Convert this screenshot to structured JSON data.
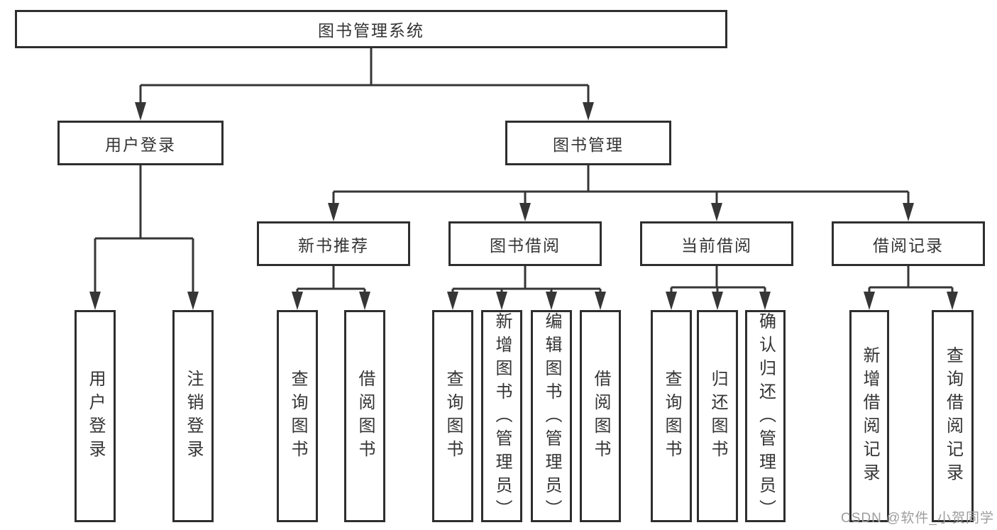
{
  "tree": {
    "label": "图书管理系统",
    "children": [
      {
        "label": "用户登录",
        "children": [
          {
            "label": "用户登录"
          },
          {
            "label": "注销登录"
          }
        ]
      },
      {
        "label": "图书管理",
        "children": [
          {
            "label": "新书推荐",
            "children": [
              {
                "label": "查询图书"
              },
              {
                "label": "借阅图书"
              }
            ]
          },
          {
            "label": "图书借阅",
            "children": [
              {
                "label": "查询图书"
              },
              {
                "label": "新增图书（管理员）"
              },
              {
                "label": "编辑图书（管理员）"
              },
              {
                "label": "借阅图书"
              }
            ]
          },
          {
            "label": "当前借阅",
            "children": [
              {
                "label": "查询图书"
              },
              {
                "label": "归还图书"
              },
              {
                "label": "确认归还（管理员）"
              }
            ]
          },
          {
            "label": "借阅记录",
            "children": [
              {
                "label": "新增借阅记录"
              },
              {
                "label": "查询借阅记录"
              }
            ]
          }
        ]
      }
    ]
  },
  "watermark": {
    "text": "CSDN @软件_小贺同学"
  },
  "colors": {
    "line": "#363636",
    "box_border": "#2e2e2e",
    "text": "#343434",
    "background": "#ffffff",
    "watermark": "#9d9d9d"
  }
}
